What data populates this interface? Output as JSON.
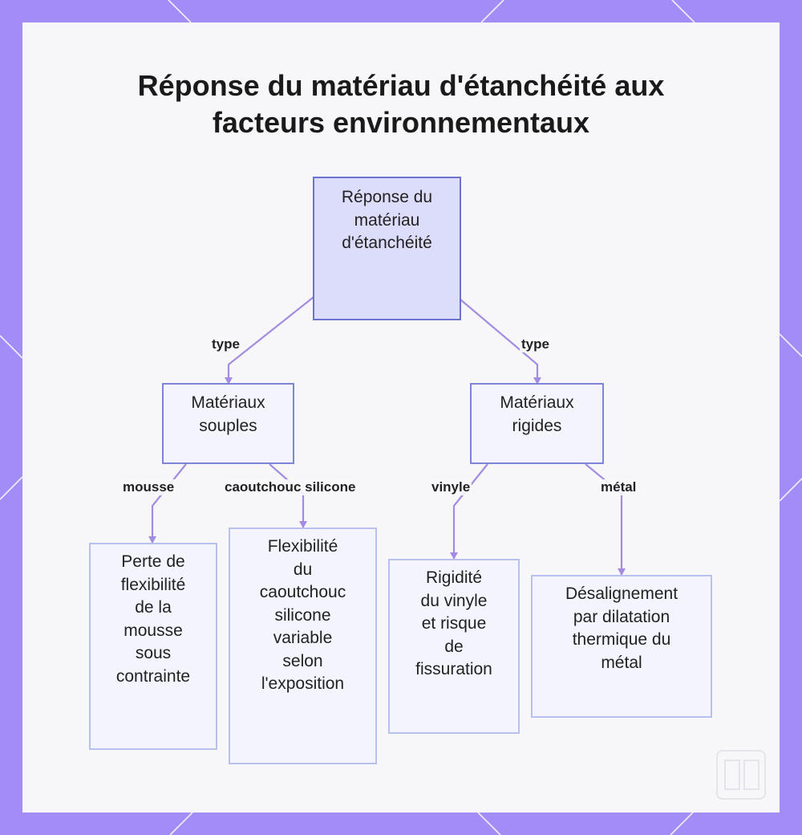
{
  "title": {
    "line1": "Réponse du matériau d'étanchéité aux",
    "line2": "facteurs environnementaux"
  },
  "nodes": {
    "root": {
      "lines": [
        "Réponse du",
        "matériau",
        "d'étanchéité"
      ]
    },
    "soft": {
      "lines": [
        "Matériaux",
        "souples"
      ]
    },
    "rigid": {
      "lines": [
        "Matériaux",
        "rigides"
      ]
    },
    "foam": {
      "lines": [
        "Perte de",
        "flexibilité",
        "de la",
        "mousse",
        "sous",
        "contrainte"
      ]
    },
    "silicone": {
      "lines": [
        "Flexibilité",
        "du",
        "caoutchouc",
        "silicone",
        "variable",
        "selon",
        "l'exposition"
      ]
    },
    "vinyl": {
      "lines": [
        "Rigidité",
        "du vinyle",
        "et risque",
        "de",
        "fissuration"
      ]
    },
    "metal": {
      "lines": [
        "Désalignement",
        "par dilatation",
        "thermique du",
        "métal"
      ]
    }
  },
  "edge_labels": {
    "root_soft": "type",
    "root_rigid": "type",
    "soft_foam": "mousse",
    "soft_silicone": "caoutchouc silicone",
    "rigid_vinyl": "vinyle",
    "rigid_metal": "métal"
  },
  "colors": {
    "frame": "#a38cf5",
    "panel": "#f7f7f9",
    "edge": "#a38ce0",
    "node_border": "#7f85d6",
    "root_fill": "#dcdcfb",
    "leaf_border": "#b8c0ee"
  }
}
